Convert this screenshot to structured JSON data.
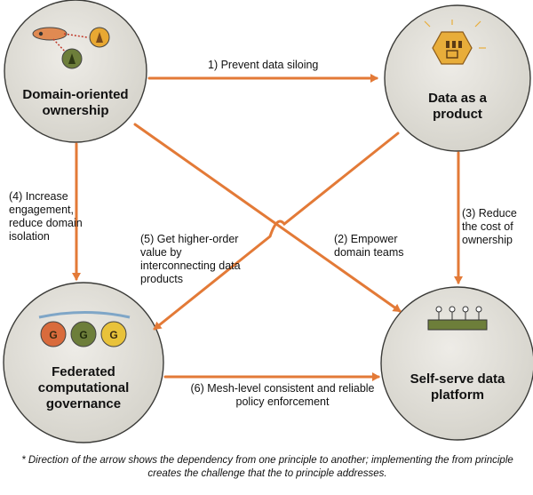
{
  "nodes": {
    "domain": "Domain-oriented ownership",
    "product": "Data as a product",
    "governance": "Federated computational governance",
    "platform": "Self-serve data platform"
  },
  "edges": {
    "e1": "1) Prevent data siloing",
    "e2": "(2) Empower domain teams",
    "e3": "(3) Reduce the cost of ownership",
    "e4": "(4) Increase engagement, reduce domain isolation",
    "e5": "(5) Get higher-order value by interconnecting data products",
    "e6": "(6) Mesh-level consistent and reliable policy enforcement"
  },
  "footnote": "* Direction of the arrow shows the dependency from one principle to another; implementing the from principle creates the challenge that the to principle addresses.",
  "icon_text": {
    "governance_g": "G"
  },
  "colors": {
    "arrow": "#e37a37",
    "circle_fill": "#e2e0da",
    "circle_stroke": "#3b3b38"
  }
}
